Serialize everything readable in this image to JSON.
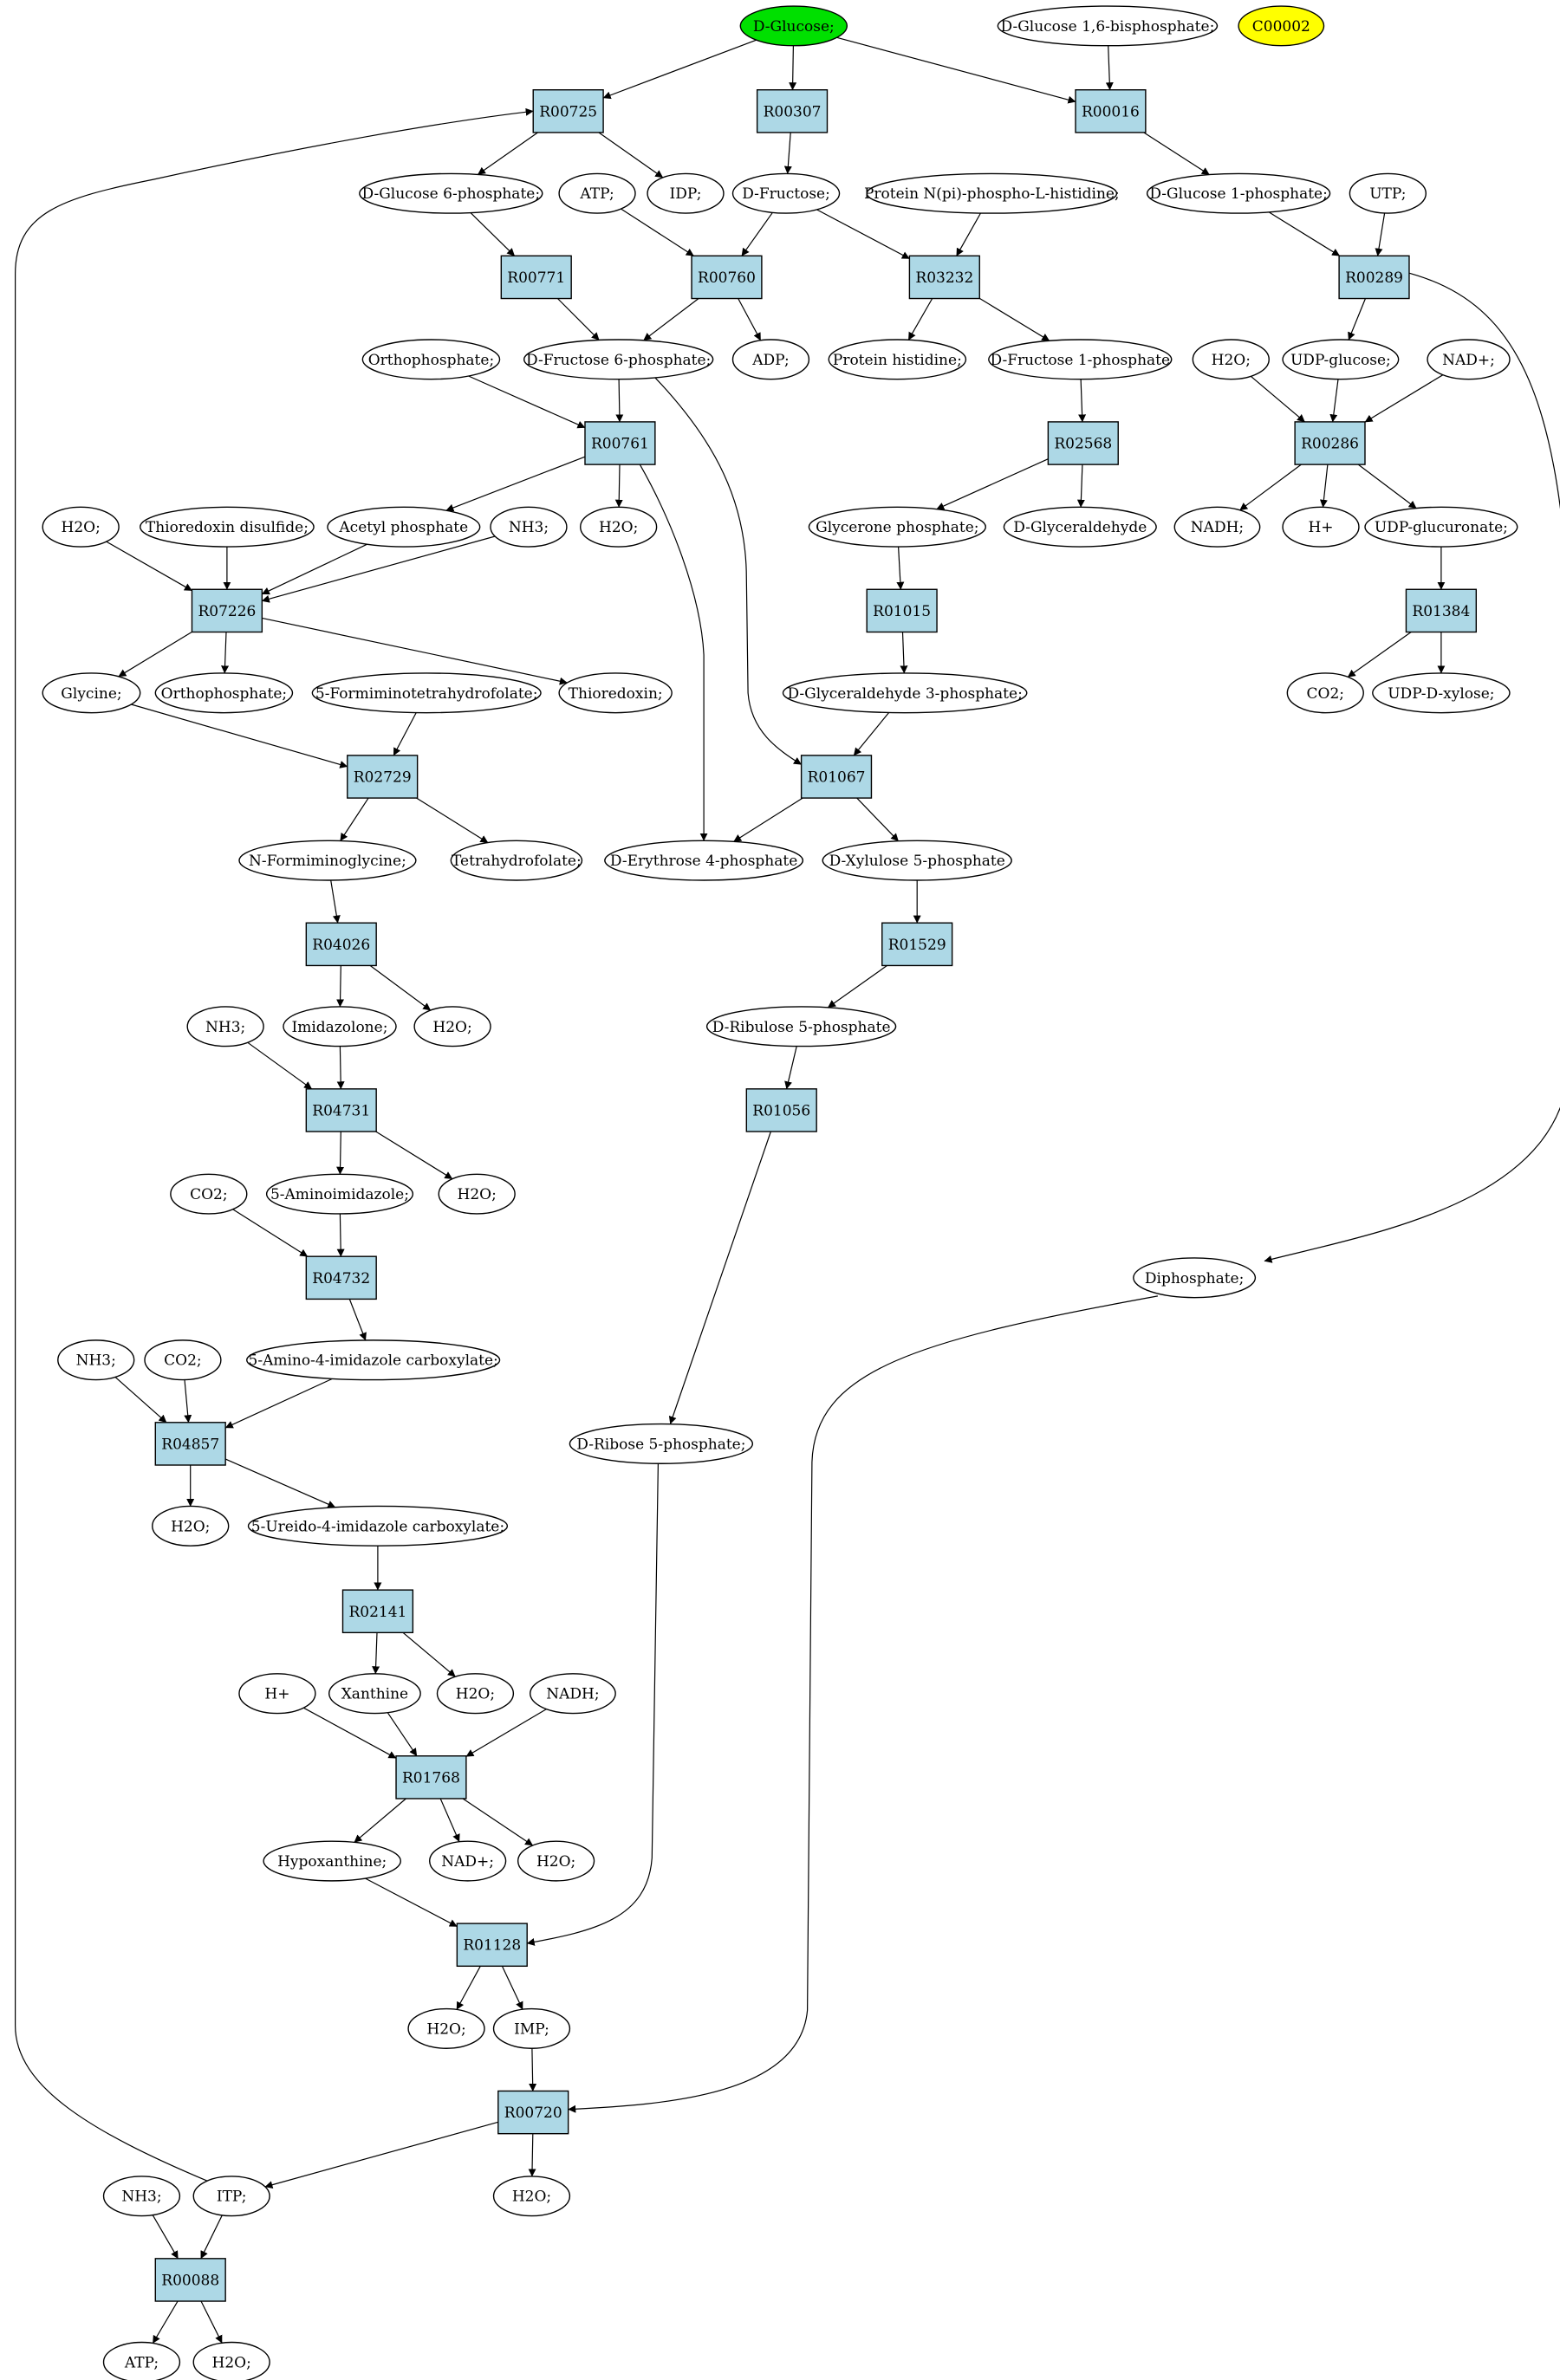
{
  "compounds": [
    {
      "id": "glc",
      "label": "D-Glucose;",
      "style": "start"
    },
    {
      "id": "g16bp",
      "label": "D-Glucose 1,6-bisphosphate;"
    },
    {
      "id": "c00002",
      "label": "C00002",
      "style": "mark"
    },
    {
      "id": "g6p",
      "label": "D-Glucose 6-phosphate;"
    },
    {
      "id": "atp1",
      "label": "ATP;"
    },
    {
      "id": "idp",
      "label": "IDP;"
    },
    {
      "id": "fru",
      "label": "D-Fructose;"
    },
    {
      "id": "pnph",
      "label": "Protein N(pi)-phospho-L-histidine;"
    },
    {
      "id": "g1p",
      "label": "D-Glucose 1-phosphate;"
    },
    {
      "id": "utp",
      "label": "UTP;"
    },
    {
      "id": "orth1",
      "label": "Orthophosphate;"
    },
    {
      "id": "f6p",
      "label": "D-Fructose 6-phosphate;"
    },
    {
      "id": "adp",
      "label": "ADP;"
    },
    {
      "id": "phis",
      "label": "Protein histidine;"
    },
    {
      "id": "f1p",
      "label": "D-Fructose 1-phosphate"
    },
    {
      "id": "h2o1",
      "label": "H2O;"
    },
    {
      "id": "udpglc",
      "label": "UDP-glucose;"
    },
    {
      "id": "nad1",
      "label": "NAD+;"
    },
    {
      "id": "h2o2",
      "label": "H2O;"
    },
    {
      "id": "trxss",
      "label": "Thioredoxin disulfide;"
    },
    {
      "id": "acp",
      "label": "Acetyl phosphate"
    },
    {
      "id": "nh3a",
      "label": "NH3;"
    },
    {
      "id": "h2o3",
      "label": "H2O;"
    },
    {
      "id": "gnp",
      "label": "Glycerone phosphate;"
    },
    {
      "id": "gald",
      "label": "D-Glyceraldehyde"
    },
    {
      "id": "nadh1",
      "label": "NADH;"
    },
    {
      "id": "hplus1",
      "label": "H+"
    },
    {
      "id": "udpga",
      "label": "UDP-glucuronate;"
    },
    {
      "id": "gly",
      "label": "Glycine;"
    },
    {
      "id": "orth2",
      "label": "Orthophosphate;"
    },
    {
      "id": "fthf",
      "label": "5-Formiminotetrahydrofolate;"
    },
    {
      "id": "trx",
      "label": "Thioredoxin;"
    },
    {
      "id": "ga3p",
      "label": "D-Glyceraldehyde 3-phosphate;"
    },
    {
      "id": "co2a",
      "label": "CO2;"
    },
    {
      "id": "udpxyl",
      "label": "UDP-D-xylose;"
    },
    {
      "id": "fgly",
      "label": "N-Formiminoglycine;"
    },
    {
      "id": "thf",
      "label": "Tetrahydrofolate;"
    },
    {
      "id": "e4p",
      "label": "D-Erythrose 4-phosphate"
    },
    {
      "id": "x5p",
      "label": "D-Xylulose 5-phosphate"
    },
    {
      "id": "imz",
      "label": "Imidazolone;"
    },
    {
      "id": "h2o4",
      "label": "H2O;"
    },
    {
      "id": "nh3b",
      "label": "NH3;"
    },
    {
      "id": "ru5p",
      "label": "D-Ribulose 5-phosphate"
    },
    {
      "id": "aiz",
      "label": "5-Aminoimidazole;"
    },
    {
      "id": "h2o5",
      "label": "H2O;"
    },
    {
      "id": "co2b",
      "label": "CO2;"
    },
    {
      "id": "ppi",
      "label": "Diphosphate;"
    },
    {
      "id": "nh3c",
      "label": "NH3;"
    },
    {
      "id": "co2c",
      "label": "CO2;"
    },
    {
      "id": "aic",
      "label": "5-Amino-4-imidazole carboxylate;"
    },
    {
      "id": "r5p",
      "label": "D-Ribose 5-phosphate;"
    },
    {
      "id": "h2o6",
      "label": "H2O;"
    },
    {
      "id": "uic",
      "label": "5-Ureido-4-imidazole carboxylate;"
    },
    {
      "id": "hplus2",
      "label": "H+"
    },
    {
      "id": "xan",
      "label": "Xanthine"
    },
    {
      "id": "h2o7",
      "label": "H2O;"
    },
    {
      "id": "nadh2",
      "label": "NADH;"
    },
    {
      "id": "hypx",
      "label": "Hypoxanthine;"
    },
    {
      "id": "nad2",
      "label": "NAD+;"
    },
    {
      "id": "h2o8",
      "label": "H2O;"
    },
    {
      "id": "h2o9",
      "label": "H2O;"
    },
    {
      "id": "imp",
      "label": "IMP;"
    },
    {
      "id": "nh3d",
      "label": "NH3;"
    },
    {
      "id": "itp",
      "label": "ITP;"
    },
    {
      "id": "h2o10",
      "label": "H2O;"
    },
    {
      "id": "atp2",
      "label": "ATP;"
    },
    {
      "id": "h2o11",
      "label": "H2O;"
    }
  ],
  "reactions": [
    {
      "id": "R00725",
      "label": "R00725"
    },
    {
      "id": "R00307",
      "label": "R00307"
    },
    {
      "id": "R00016",
      "label": "R00016"
    },
    {
      "id": "R00771",
      "label": "R00771"
    },
    {
      "id": "R00760",
      "label": "R00760"
    },
    {
      "id": "R03232",
      "label": "R03232"
    },
    {
      "id": "R00289",
      "label": "R00289"
    },
    {
      "id": "R00761",
      "label": "R00761"
    },
    {
      "id": "R02568",
      "label": "R02568"
    },
    {
      "id": "R00286",
      "label": "R00286"
    },
    {
      "id": "R07226",
      "label": "R07226"
    },
    {
      "id": "R01015",
      "label": "R01015"
    },
    {
      "id": "R01384",
      "label": "R01384"
    },
    {
      "id": "R02729",
      "label": "R02729"
    },
    {
      "id": "R01067",
      "label": "R01067"
    },
    {
      "id": "R04026",
      "label": "R04026"
    },
    {
      "id": "R01529",
      "label": "R01529"
    },
    {
      "id": "R04731",
      "label": "R04731"
    },
    {
      "id": "R01056",
      "label": "R01056"
    },
    {
      "id": "R04732",
      "label": "R04732"
    },
    {
      "id": "R04857",
      "label": "R04857"
    },
    {
      "id": "R02141",
      "label": "R02141"
    },
    {
      "id": "R01768",
      "label": "R01768"
    },
    {
      "id": "R01128",
      "label": "R01128"
    },
    {
      "id": "R00720",
      "label": "R00720"
    },
    {
      "id": "R00088",
      "label": "R00088"
    }
  ],
  "edges": [
    [
      "glc",
      "R00725"
    ],
    [
      "glc",
      "R00307"
    ],
    [
      "glc",
      "R00016"
    ],
    [
      "g16bp",
      "R00016"
    ],
    [
      "R00725",
      "g6p"
    ],
    [
      "R00725",
      "idp"
    ],
    [
      "R00307",
      "fru"
    ],
    [
      "R00016",
      "g1p"
    ],
    [
      "g6p",
      "R00771"
    ],
    [
      "atp1",
      "R00760"
    ],
    [
      "fru",
      "R00760"
    ],
    [
      "fru",
      "R03232"
    ],
    [
      "pnph",
      "R03232"
    ],
    [
      "g1p",
      "R00289"
    ],
    [
      "utp",
      "R00289"
    ],
    [
      "R00771",
      "f6p"
    ],
    [
      "R00760",
      "f6p"
    ],
    [
      "R00760",
      "adp"
    ],
    [
      "R03232",
      "phis"
    ],
    [
      "R03232",
      "f1p"
    ],
    [
      "R00289",
      "udpglc"
    ],
    [
      "R00289",
      "ppi"
    ],
    [
      "orth1",
      "R00761"
    ],
    [
      "f6p",
      "R00761"
    ],
    [
      "f6p",
      "R01067"
    ],
    [
      "f1p",
      "R02568"
    ],
    [
      "h2o1",
      "R00286"
    ],
    [
      "udpglc",
      "R00286"
    ],
    [
      "nad1",
      "R00286"
    ],
    [
      "R00761",
      "acp"
    ],
    [
      "R00761",
      "h2o3"
    ],
    [
      "R00761",
      "e4p"
    ],
    [
      "R02568",
      "gnp"
    ],
    [
      "R02568",
      "gald"
    ],
    [
      "R00286",
      "nadh1"
    ],
    [
      "R00286",
      "hplus1"
    ],
    [
      "R00286",
      "udpga"
    ],
    [
      "h2o2",
      "R07226"
    ],
    [
      "trxss",
      "R07226"
    ],
    [
      "acp",
      "R07226"
    ],
    [
      "nh3a",
      "R07226"
    ],
    [
      "gnp",
      "R01015"
    ],
    [
      "udpga",
      "R01384"
    ],
    [
      "R07226",
      "gly"
    ],
    [
      "R07226",
      "orth2"
    ],
    [
      "R07226",
      "trx"
    ],
    [
      "R01015",
      "ga3p"
    ],
    [
      "R01384",
      "co2a"
    ],
    [
      "R01384",
      "udpxyl"
    ],
    [
      "gly",
      "R02729"
    ],
    [
      "fthf",
      "R02729"
    ],
    [
      "ga3p",
      "R01067"
    ],
    [
      "R02729",
      "fgly"
    ],
    [
      "R02729",
      "thf"
    ],
    [
      "R01067",
      "e4p"
    ],
    [
      "R01067",
      "x5p"
    ],
    [
      "fgly",
      "R04026"
    ],
    [
      "x5p",
      "R01529"
    ],
    [
      "R04026",
      "imz"
    ],
    [
      "R04026",
      "h2o4"
    ],
    [
      "R01529",
      "ru5p"
    ],
    [
      "nh3b",
      "R04731"
    ],
    [
      "imz",
      "R04731"
    ],
    [
      "ru5p",
      "R01056"
    ],
    [
      "R04731",
      "aiz"
    ],
    [
      "R04731",
      "h2o5"
    ],
    [
      "co2b",
      "R04732"
    ],
    [
      "aiz",
      "R04732"
    ],
    [
      "R01056",
      "r5p"
    ],
    [
      "R04732",
      "aic"
    ],
    [
      "nh3c",
      "R04857"
    ],
    [
      "co2c",
      "R04857"
    ],
    [
      "aic",
      "R04857"
    ],
    [
      "R04857",
      "h2o6"
    ],
    [
      "R04857",
      "uic"
    ],
    [
      "uic",
      "R02141"
    ],
    [
      "R02141",
      "xan"
    ],
    [
      "R02141",
      "h2o7"
    ],
    [
      "hplus2",
      "R01768"
    ],
    [
      "xan",
      "R01768"
    ],
    [
      "nadh2",
      "R01768"
    ],
    [
      "R01768",
      "hypx"
    ],
    [
      "R01768",
      "nad2"
    ],
    [
      "R01768",
      "h2o8"
    ],
    [
      "hypx",
      "R01128"
    ],
    [
      "r5p",
      "R01128"
    ],
    [
      "R01128",
      "h2o9"
    ],
    [
      "R01128",
      "imp"
    ],
    [
      "imp",
      "R00720"
    ],
    [
      "ppi",
      "R00720"
    ],
    [
      "R00720",
      "itp"
    ],
    [
      "R00720",
      "h2o10"
    ],
    [
      "nh3d",
      "R00088"
    ],
    [
      "itp",
      "R00088"
    ],
    [
      "itp",
      "R00725"
    ],
    [
      "R00088",
      "atp2"
    ],
    [
      "R00088",
      "h2o11"
    ]
  ]
}
